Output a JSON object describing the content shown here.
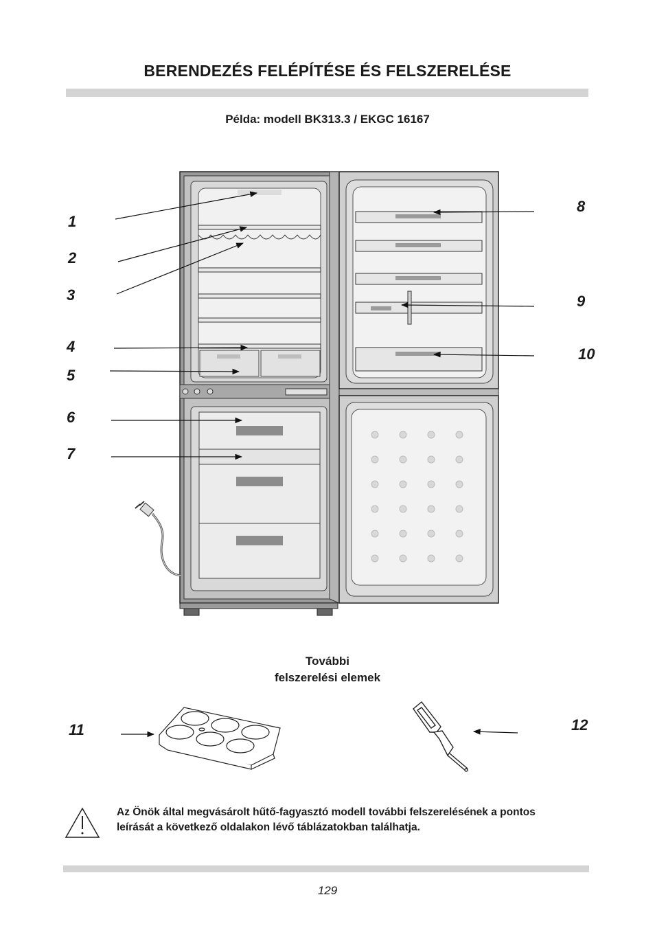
{
  "header": {
    "title": "BERENDEZÉS FELÉPÍTÉSE ÉS FELSZERELÉSE",
    "subtitle": "Példa: modell BK313.3 / EKGC 16167"
  },
  "callouts": [
    "1",
    "2",
    "3",
    "4",
    "5",
    "6",
    "7",
    "8",
    "9",
    "10",
    "11",
    "12"
  ],
  "extras_heading": {
    "line1": "További",
    "line2": "felszerelési elemek"
  },
  "warning": {
    "icon": "warning-triangle-icon",
    "line1": "Az Önök által megvásárolt hűtő-fagyasztó modell további felszerelésének a pontos",
    "line2": "leírását a következő oldalakon lévő táblázatokban találhatja."
  },
  "footer": {
    "page_number": "129"
  }
}
